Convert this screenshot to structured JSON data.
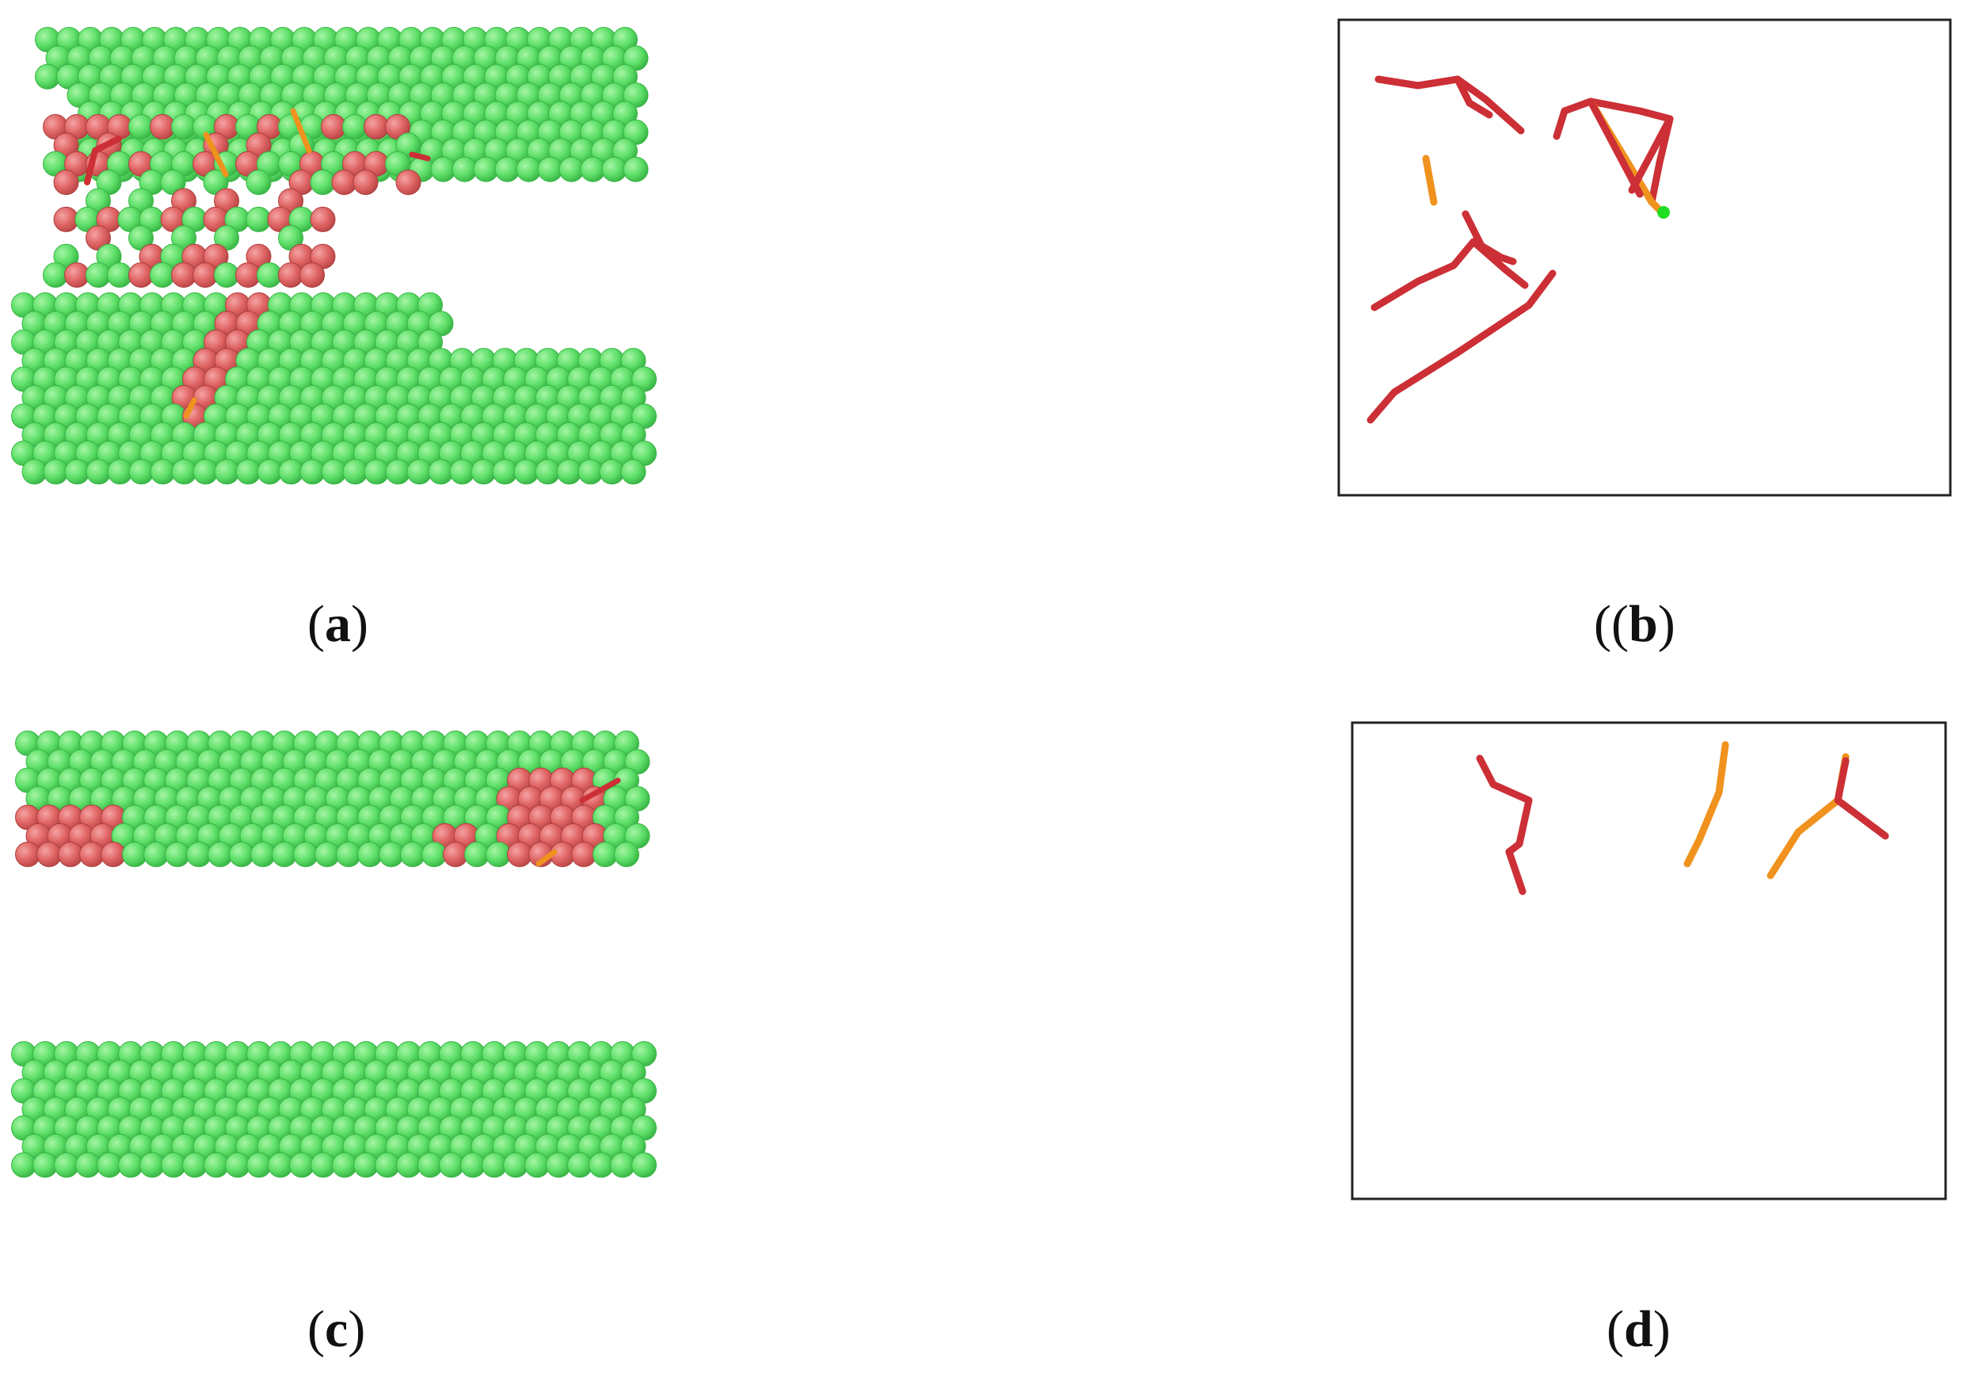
{
  "figure": {
    "panels": [
      {
        "id": "a",
        "open": "(",
        "letter": "a",
        "close": ")"
      },
      {
        "id": "b",
        "open": "((",
        "letter": "b",
        "close": ")"
      },
      {
        "id": "c",
        "open": "(",
        "letter": "c",
        "close": ")"
      },
      {
        "id": "d",
        "open": "(",
        "letter": "d",
        "close": ")"
      }
    ],
    "colors": {
      "atom_green": "#5fe06a",
      "atom_green_edge": "#3bb648",
      "atom_red": "#e06565",
      "dislocation_red": "#cc2f35",
      "dislocation_orange": "#f0921e",
      "junction_green": "#22dd22",
      "frame": "#222222"
    }
  }
}
